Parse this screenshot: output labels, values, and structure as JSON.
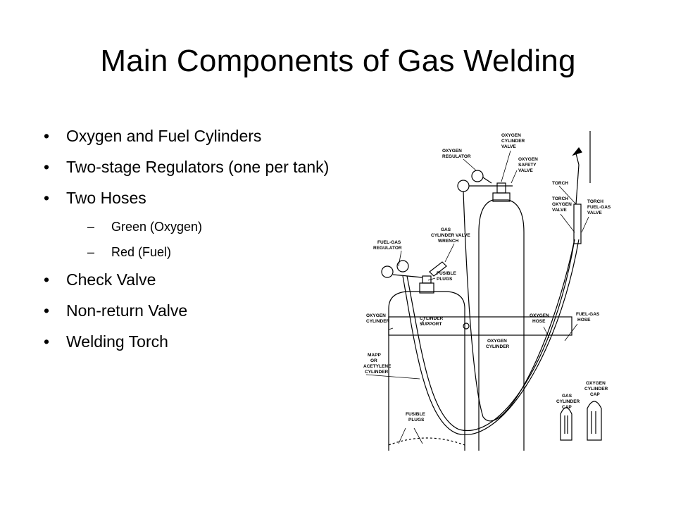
{
  "slide": {
    "title": "Main Components of Gas Welding",
    "bullets": [
      {
        "level": 1,
        "text": "Oxygen and Fuel Cylinders"
      },
      {
        "level": 1,
        "text": "Two-stage Regulators (one per tank)"
      },
      {
        "level": 1,
        "text": "Two Hoses"
      },
      {
        "level": 2,
        "text": "Green (Oxygen)"
      },
      {
        "level": 2,
        "text": "Red (Fuel)"
      },
      {
        "level": 1,
        "text": "Check Valve"
      },
      {
        "level": 1,
        "text": "Non-return Valve"
      },
      {
        "level": 1,
        "text": "Welding Torch"
      }
    ],
    "diagram_labels": {
      "oxygen_cylinder_valve": [
        "OXYGEN",
        "CYLINDER",
        "VALVE"
      ],
      "oxygen_regulator": [
        "OXYGEN",
        "REGULATOR"
      ],
      "oxygen_safety_valve": [
        "OXYGEN",
        "SAFETY",
        "VALVE"
      ],
      "torch": [
        "TORCH"
      ],
      "torch_oxygen_valve": [
        "TORCH",
        "OXYGEN",
        "VALVE"
      ],
      "torch_fuel_gas_valve": [
        "TORCH",
        "FUEL-GAS",
        "VALVE"
      ],
      "gas_cylinder_valve_wrench": [
        "GAS",
        "CYLINDER VALVE",
        "WRENCH"
      ],
      "fuel_gas_regulator": [
        "FUEL-GAS",
        "REGULATOR"
      ],
      "fusible_plugs_top": [
        "FUSIBLE",
        "PLUGS"
      ],
      "oxygen_cylinder_left": [
        "OXYGEN",
        "CYLINDER"
      ],
      "cylinder_support": [
        "CYLINDER",
        "SUPPORT"
      ],
      "oxygen_hose": [
        "OXYGEN",
        "HOSE"
      ],
      "fuel_gas_hose": [
        "FUEL-GAS",
        "HOSE"
      ],
      "oxygen_cylinder_center": [
        "OXYGEN",
        "CYLINDER"
      ],
      "mapp_or_acetylene_cylinder": [
        "MAPP",
        "OR",
        "ACETYLENE",
        "CYLINDER"
      ],
      "gas_cylinder_cap": [
        "GAS",
        "CYLINDER",
        "CAP"
      ],
      "oxygen_cylinder_cap": [
        "OXYGEN",
        "CYLINDER",
        "CAP"
      ],
      "fusible_plugs_bottom": [
        "FUSIBLE",
        "PLUGS"
      ]
    }
  }
}
